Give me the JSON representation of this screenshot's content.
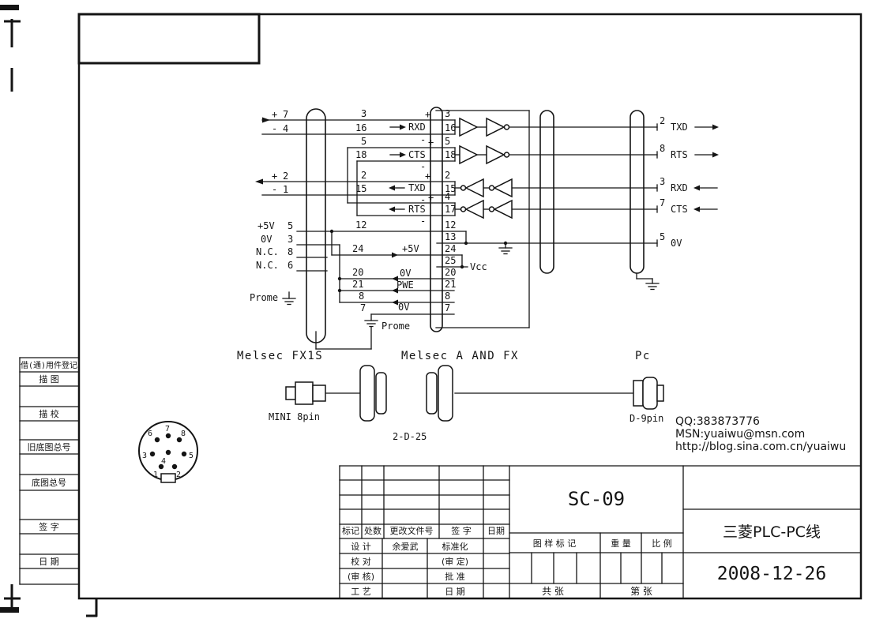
{
  "colors": {
    "ink": "#141414",
    "paper": "#ffffff"
  },
  "labels": {
    "melsec_fx1s": "Melsec FX1S",
    "melsec_a_fx": "Melsec A AND FX",
    "pc": "Pc",
    "mini_8pin": "MINI 8pin",
    "dd25": "2-D-25",
    "d9pin": "D-9pin"
  },
  "contact": {
    "qq": "QQ:383873776",
    "msn": "MSN:yuaiwu@msn.com",
    "blog": "http://blog.sina.com.cn/yuaiwu"
  },
  "plc": {
    "plus_a": "+",
    "pin7": "7",
    "minus_a": "-",
    "pin4": "4",
    "plus_b": "+",
    "pin2": "2",
    "minus_b": "-",
    "pin1": "1",
    "v5": "+5V",
    "pin5": "5",
    "v0": "0V",
    "pin3": "3",
    "nc_a": "N.C.",
    "pin8": "8",
    "nc_b": "N.C.",
    "pin6": "6",
    "prome_a": "Prome",
    "prome_b": "Prome"
  },
  "wires": {
    "w3": "3",
    "w16": "16",
    "w5": "5",
    "w18": "18",
    "w2": "2",
    "w15": "15",
    "w12": "12",
    "w24": "24",
    "w20": "20",
    "w21": "21",
    "w8": "8",
    "w7": "7"
  },
  "conv": {
    "rxd_p": "+",
    "rxd": "RXD",
    "rxd_m": "-",
    "cts_p": "+",
    "cts": "CTS",
    "cts_m": "-",
    "txd_p": "+",
    "txd": "TXD",
    "txd_m": "-",
    "rts_p": "+",
    "rts": "RTS",
    "rts_m": "-",
    "p3": "3",
    "p16": "16",
    "p5": "5",
    "p18": "18",
    "p2": "2",
    "p15": "15",
    "p4": "4",
    "p17": "17",
    "p12": "12",
    "p13": "13",
    "p24": "24",
    "p25": "25",
    "p20": "20",
    "p21": "21",
    "p8": "8",
    "p7": "7",
    "v5_in": "+5V",
    "vcc": "Vcc",
    "v0_a": "0V",
    "pwe": "PWE",
    "v0_b": "0V"
  },
  "pc9": {
    "p2": "2",
    "txd": "TXD",
    "p8": "8",
    "rts": "RTS",
    "p3": "3",
    "rxd": "RXD",
    "p7": "7",
    "cts": "CTS",
    "p5": "5",
    "v0": "0V"
  },
  "face": {
    "f1": "1",
    "f2": "2",
    "f3": "3",
    "f4": "4",
    "f5": "5",
    "f6": "6",
    "f7": "7",
    "f8": "8"
  },
  "sidebar": {
    "s1": "借(通)用件登记",
    "s2": "描 图",
    "s3": "描 校",
    "s4": "旧底图总号",
    "s5": "底图总号",
    "s6": "签 字",
    "s7": "日 期"
  },
  "titleblock": {
    "h_mark": "标记",
    "h_count": "处数",
    "h_doc": "更改文件号",
    "h_sign": "签 字",
    "h_date": "日期",
    "design": "设 计",
    "designer": "余爱武",
    "standard": "标准化",
    "check": "校 对",
    "approve1": "(审 定)",
    "audit": "(审 核)",
    "ratify": "批 准",
    "craft": "工 艺",
    "date_lbl": "日 期",
    "drawing_no": "SC-09",
    "mark_lbl": "图 样 标 记",
    "weight": "重 量",
    "scale": "比 例",
    "total": "共 张",
    "sheet": "第 张",
    "product": "三菱PLC-PC线",
    "date": "2008-12-26"
  }
}
